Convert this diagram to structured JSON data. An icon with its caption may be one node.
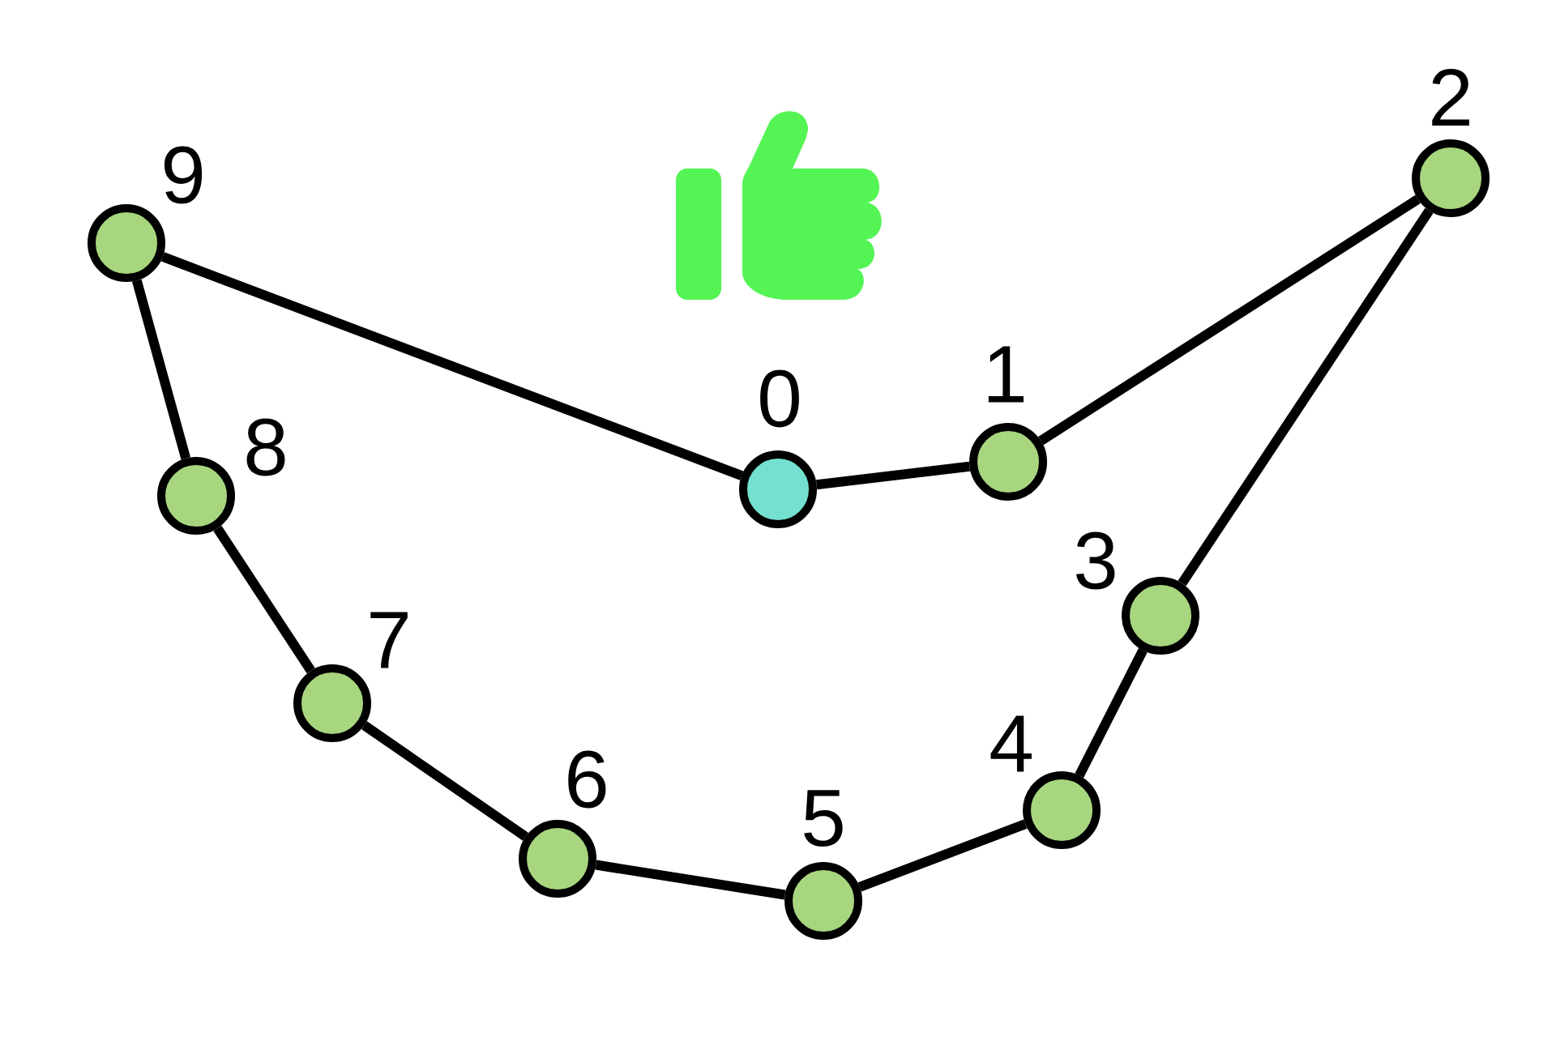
{
  "diagram": {
    "nodes": [
      {
        "text": [],
        "shape": "circle",
        "beside": [
          "0"
        ]
      },
      {
        "text": [],
        "shape": "circle",
        "beside": [
          "1"
        ]
      },
      {
        "text": [],
        "shape": "circle",
        "beside": [
          "2"
        ]
      },
      {
        "text": [],
        "shape": "circle",
        "beside": [
          "3"
        ]
      },
      {
        "text": [],
        "shape": "circle",
        "beside": [
          "4"
        ]
      },
      {
        "text": [],
        "shape": "circle",
        "beside": [
          "5"
        ]
      },
      {
        "text": [],
        "shape": "circle",
        "beside": [
          "6"
        ]
      },
      {
        "text": [],
        "shape": "circle",
        "beside": [
          "7"
        ]
      },
      {
        "text": [],
        "shape": "circle",
        "beside": [
          "8"
        ]
      },
      {
        "text": [],
        "shape": "circle",
        "beside": [
          "9"
        ]
      }
    ],
    "edges": [
      {
        "from": 0,
        "to": 1,
        "arrow": "none"
      },
      {
        "from": 1,
        "to": 2,
        "arrow": "none"
      },
      {
        "from": 2,
        "to": 3,
        "arrow": "none"
      },
      {
        "from": 3,
        "to": 4,
        "arrow": "none"
      },
      {
        "from": 4,
        "to": 5,
        "arrow": "none"
      },
      {
        "from": 5,
        "to": 6,
        "arrow": "none"
      },
      {
        "from": 6,
        "to": 7,
        "arrow": "none"
      },
      {
        "from": 7,
        "to": 8,
        "arrow": "none"
      },
      {
        "from": 8,
        "to": 9,
        "arrow": "none"
      },
      {
        "from": 9,
        "to": 0,
        "arrow": "none"
      }
    ]
  }
}
